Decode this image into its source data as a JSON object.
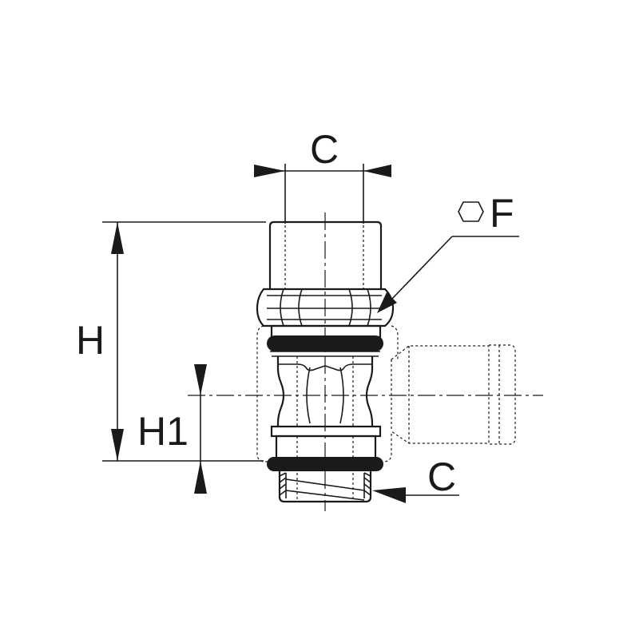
{
  "labels": {
    "c_top": "C",
    "f_hex": "F",
    "h": "H",
    "h1": "H1",
    "c_bottom": "C"
  },
  "symbols": {
    "hex": "hexagon-icon"
  },
  "colors": {
    "line": "#1a1a1a",
    "background": "#ffffff"
  }
}
